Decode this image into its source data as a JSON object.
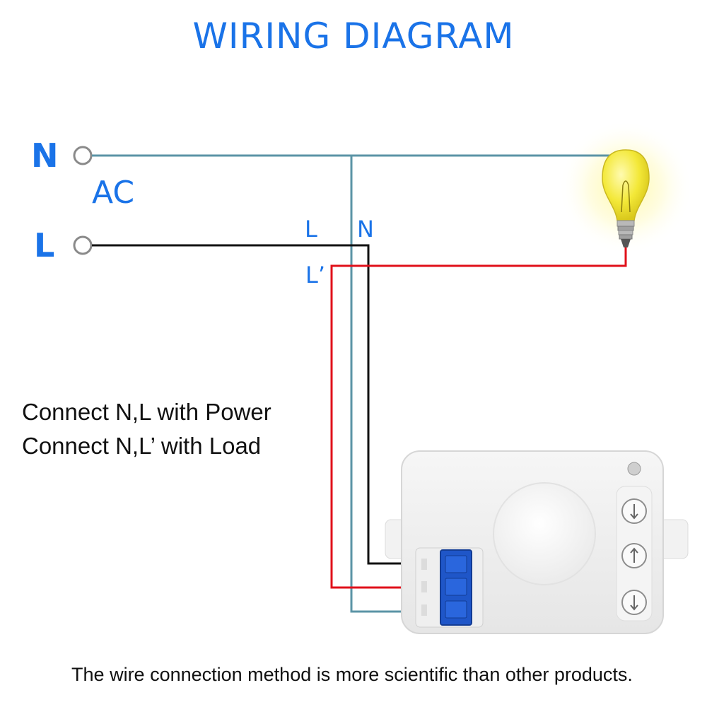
{
  "title": "WIRING DIAGRAM",
  "terminals": {
    "n": "N",
    "l": "L",
    "ac": "AC"
  },
  "sensor_labels": {
    "l": "L",
    "n": "N",
    "l_prime": "L’"
  },
  "instructions": [
    "Connect N,L with Power",
    "Connect N,L’ with Load"
  ],
  "caption": "The wire connection method is more scientific than other products.",
  "colors": {
    "label_blue": "#1a73e8",
    "neutral_wire": "#5b94a6",
    "live_wire": "#111111",
    "load_wire": "#e0101a",
    "terminal_block": "#1f56c8",
    "bulb": "#f3e838"
  },
  "icons": [
    "terminal-circle-icon",
    "light-bulb-icon",
    "motion-sensor-icon",
    "knob-icon"
  ]
}
